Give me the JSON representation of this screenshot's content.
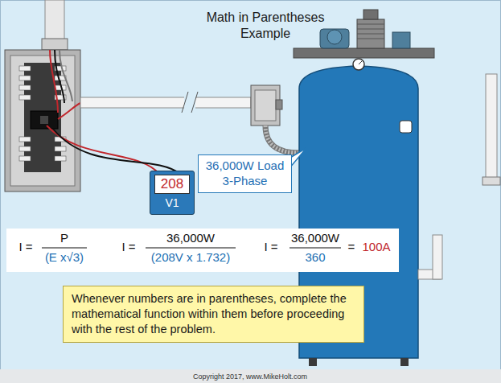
{
  "diagram": {
    "title": "Math in Parentheses Example",
    "nodes": [
      {
        "text": [
          "208",
          "V1"
        ]
      },
      {
        "text": [
          "36,000W Load 3-Phase"
        ]
      },
      {
        "text": [
          "Whenever numbers are in parentheses, complete the mathematical function within them before proceeding with the rest of the problem."
        ]
      }
    ],
    "labels": [
      "I =",
      "P",
      "(E x√3)",
      "I =",
      "36,000W",
      "(208V x 1.732)",
      "I =",
      "36,000W",
      "360",
      "=",
      "100A",
      "Copyright 2017, www.MikeHolt.com"
    ]
  }
}
